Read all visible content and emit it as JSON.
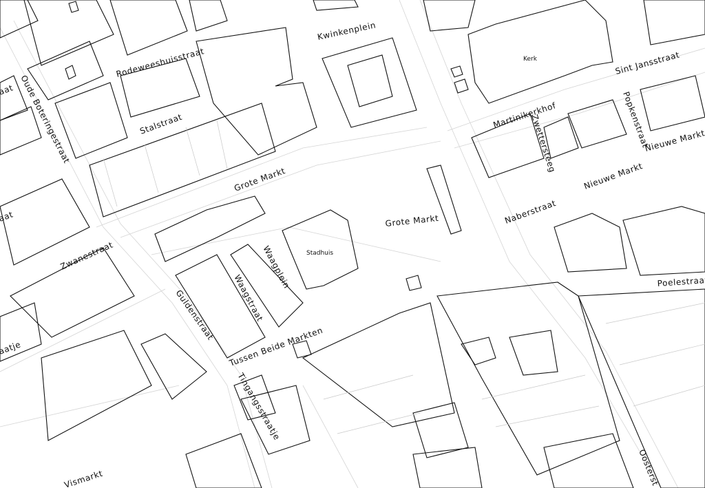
{
  "map": {
    "background": "#ffffff",
    "line_color": "#111111",
    "streets": [
      {
        "id": "kwinkenplein",
        "text": "Kwinkenplein"
      },
      {
        "id": "rodeweeshuisstraat",
        "text": "Rodeweeshuisstraat"
      },
      {
        "id": "oude-boteringestraat",
        "text": "Oude Boteringestraat"
      },
      {
        "id": "stalstraat",
        "text": "Stalstraat"
      },
      {
        "id": "grote-markt-north",
        "text": "Grote Markt"
      },
      {
        "id": "grote-markt-center",
        "text": "Grote Markt"
      },
      {
        "id": "zwanestraat",
        "text": "Zwanestraat"
      },
      {
        "id": "guldenstraat",
        "text": "Guldenstraat"
      },
      {
        "id": "waagplein",
        "text": "Waagplein"
      },
      {
        "id": "waagstraat",
        "text": "Waagstraat"
      },
      {
        "id": "tussen-beide-markten",
        "text": "Tussen Beide Markten"
      },
      {
        "id": "tingangsstraatje",
        "text": "Tingangsstraatje"
      },
      {
        "id": "vismarkt",
        "text": "Vismarkt"
      },
      {
        "id": "sint-jansstraat",
        "text": "Sint Jansstraat"
      },
      {
        "id": "martinikerkhof",
        "text": "Martinikerkhof"
      },
      {
        "id": "popkenstraat",
        "text": "Popkenstraat"
      },
      {
        "id": "zwettersteeg",
        "text": "Zwettersteeg"
      },
      {
        "id": "nieuwe-markt-east",
        "text": "Nieuwe Markt"
      },
      {
        "id": "nieuwe-markt",
        "text": "Nieuwe Markt"
      },
      {
        "id": "naberstraat",
        "text": "Naberstraat"
      },
      {
        "id": "poelestraat",
        "text": "Poelestraat"
      },
      {
        "id": "oosterstraat",
        "text": "Oosterst"
      },
      {
        "id": "edge-aat",
        "text": "aat"
      },
      {
        "id": "edge-at",
        "text": "aat"
      },
      {
        "id": "edge-aatje",
        "text": "aatje"
      }
    ],
    "landmarks": [
      {
        "id": "kerk",
        "text": "Kerk"
      },
      {
        "id": "stadhuis",
        "text": "Stadhuis"
      }
    ]
  }
}
